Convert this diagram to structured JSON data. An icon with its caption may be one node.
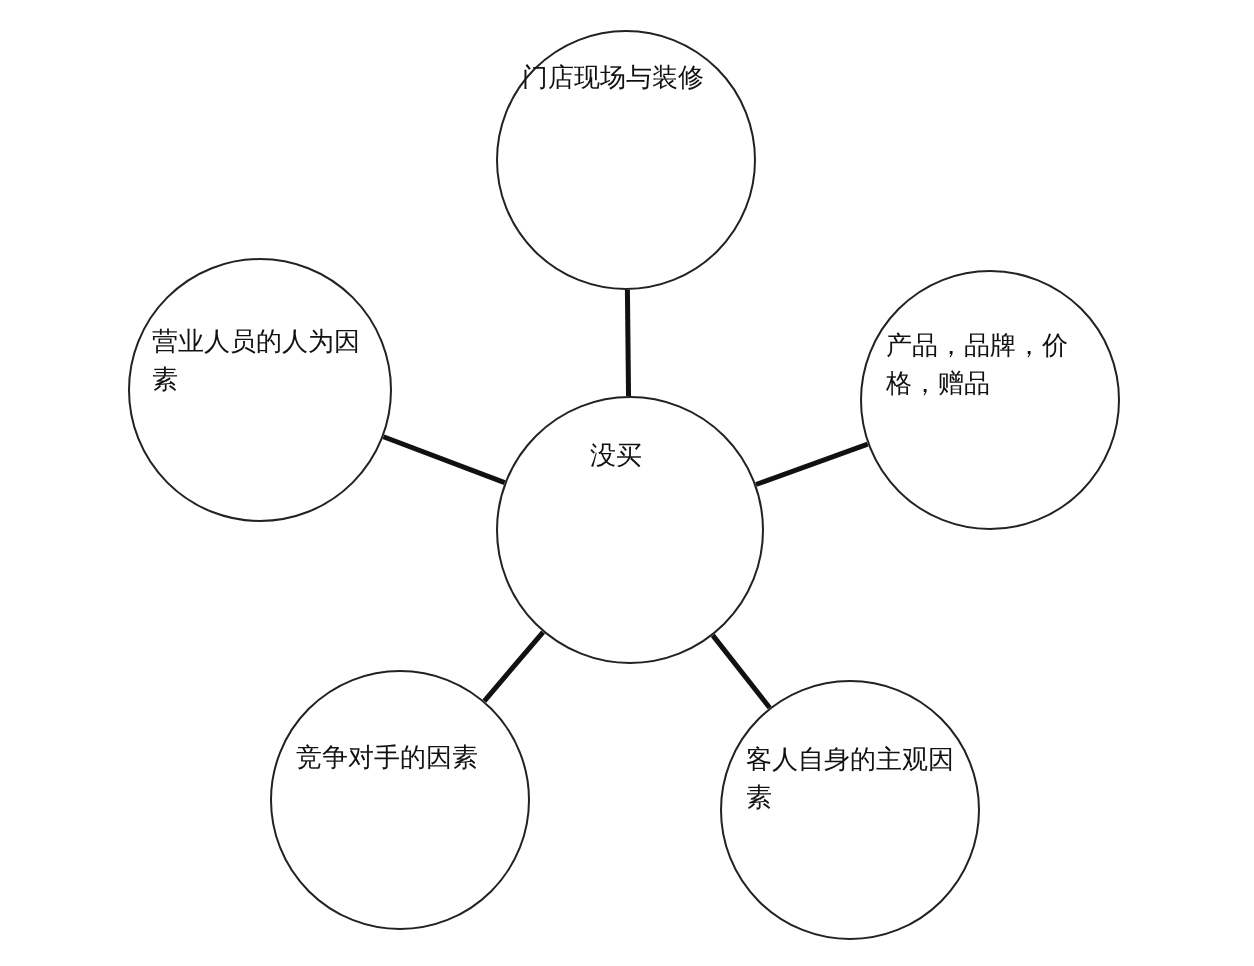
{
  "diagram": {
    "nodes": [
      {
        "text": [
          "门店现场与装修"
        ]
      },
      {
        "text": [
          "营业人员的人为因素"
        ]
      },
      {
        "text": [
          "没买"
        ]
      },
      {
        "text": [
          "产品，品牌，价格，赠品"
        ]
      },
      {
        "text": [
          "竞争对手的因素"
        ]
      },
      {
        "text": [
          "客人自身的主观因素"
        ]
      }
    ],
    "edges": [
      {
        "from": 2,
        "to": 0,
        "arrow": "none"
      },
      {
        "from": 2,
        "to": 1,
        "arrow": "none"
      },
      {
        "from": 2,
        "to": 3,
        "arrow": "none"
      },
      {
        "from": 2,
        "to": 4,
        "arrow": "none"
      },
      {
        "from": 2,
        "to": 5,
        "arrow": "none"
      }
    ]
  }
}
